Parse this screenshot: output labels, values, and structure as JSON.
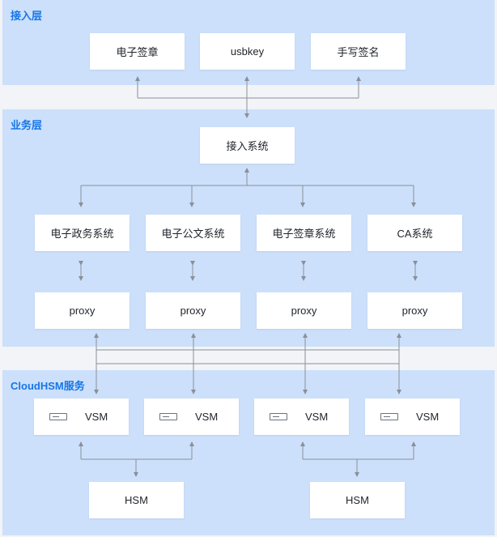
{
  "layers": {
    "access": {
      "title": "接入层"
    },
    "business": {
      "title": "业务层"
    },
    "cloudhsm": {
      "title": "CloudHSM服务"
    }
  },
  "access_nodes": [
    "电子签章",
    "usbkey",
    "手写签名"
  ],
  "access_system": "接入系统",
  "business_systems": [
    "电子政务系统",
    "电子公文系统",
    "电子签章系统",
    "CA系统"
  ],
  "proxies": [
    "proxy",
    "proxy",
    "proxy",
    "proxy"
  ],
  "vsms": [
    "VSM",
    "VSM",
    "VSM",
    "VSM"
  ],
  "hsms": [
    "HSM",
    "HSM"
  ],
  "colors": {
    "layer_bg": "#cce0fb",
    "title": "#1676e8",
    "line": "#8a8f99",
    "node_bg": "#ffffff"
  }
}
